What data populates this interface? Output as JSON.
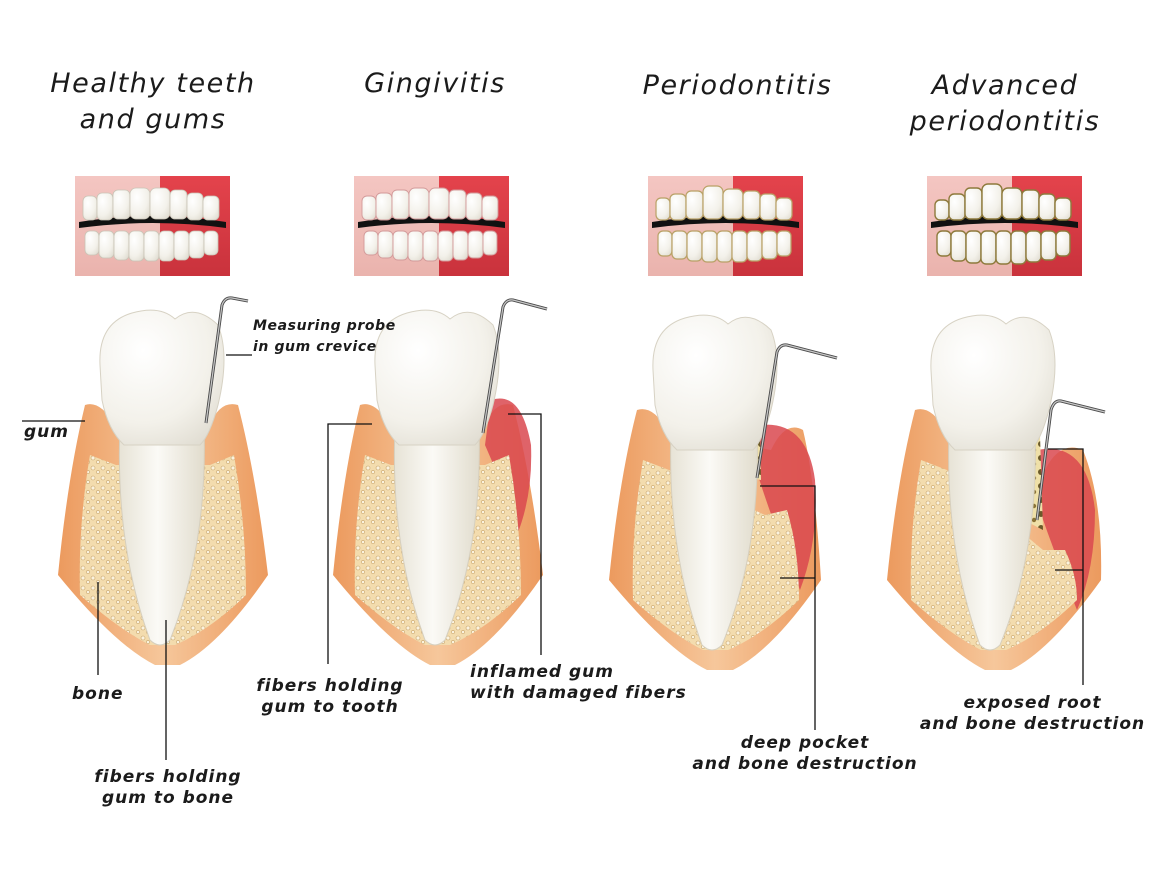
{
  "stages": [
    {
      "title_lines": [
        "Healthy teeth",
        "and gums"
      ]
    },
    {
      "title_lines": [
        "Gingivitis"
      ]
    },
    {
      "title_lines": [
        "Periodontitis"
      ]
    },
    {
      "title_lines": [
        "Advanced",
        "periodontitis"
      ]
    }
  ],
  "labels": {
    "probe": [
      "Measuring probe",
      "in gum crevice"
    ],
    "gum": "gum",
    "bone": "bone",
    "fibers_bone": [
      "fibers holding",
      "gum to bone"
    ],
    "fibers_tooth": [
      "fibers holding",
      "gum to tooth"
    ],
    "inflamed": [
      "inflamed gum",
      "with damaged fibers"
    ],
    "deep_pocket": [
      "deep pocket",
      "and  bone destruction"
    ],
    "exposed_root": [
      "exposed root",
      "and bone destruction"
    ]
  },
  "colors": {
    "gum_healthy": "#f2b98a",
    "gum_inflamed": "#d9484f",
    "bone": "#f3dcae",
    "tooth": "#f5f3ec",
    "lip": "#e0404b",
    "plaque": "#e2c98b"
  }
}
